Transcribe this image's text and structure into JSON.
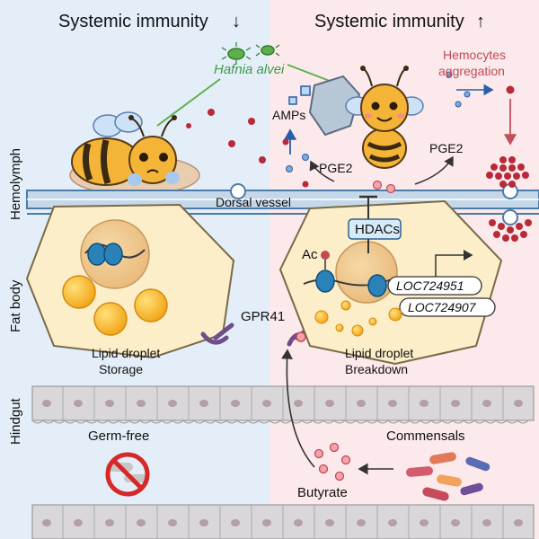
{
  "left_panel": {
    "heading": "Systemic immunity",
    "cell_caption_1": "Lipid droplet",
    "cell_caption_2": "Storage",
    "gut_label": "Germ-free"
  },
  "right_panel": {
    "heading": "Systemic immunity",
    "cell_caption_1": "Lipid droplet",
    "cell_caption_2": "Breakdown",
    "gut_label": "Commensals"
  },
  "arrows": {
    "down": "↓",
    "up": "↑"
  },
  "bacterium": "Hafnia alvei",
  "labels": {
    "amps": "AMPs",
    "pge2_left": "PGE2",
    "pge2_right": "PGE2",
    "hemocytes_1": "Hemocytes",
    "hemocytes_2": "aggregation",
    "dorsal_vessel": "Dorsal vessel",
    "hdacs": "HDACs",
    "ac": "Ac",
    "gene_1": "LOC724951",
    "gene_2": "LOC724907",
    "receptor": "GPR41",
    "metabolite": "Butyrate"
  },
  "side_labels": {
    "hemolymph": "Hemolymph",
    "fat_body": "Fat body",
    "hindgut": "Hindgut"
  },
  "colors": {
    "left_bg": "#e3eef8",
    "right_bg": "#fbe9eb",
    "fat_cell": "#fbeec8",
    "lipid": "#f7b21f",
    "hemocyte": "#b82a38",
    "nucleosome": "#2b82b8",
    "gut": "#d9d7d9"
  }
}
